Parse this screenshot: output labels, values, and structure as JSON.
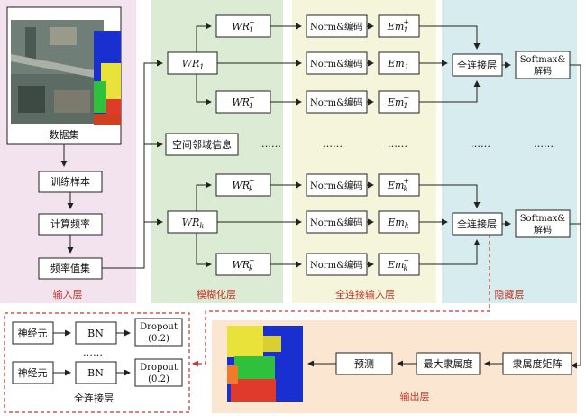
{
  "regions": {
    "input": "输入层",
    "fuzzy": "模糊化层",
    "fc_input": "全连接输入层",
    "hidden": "隐藏层",
    "output": "输出层",
    "fc_detail": "全连接层"
  },
  "input_layer": {
    "dataset": "数据集",
    "train": "训练样本",
    "freq": "计算频率",
    "freq_val": "频率值集"
  },
  "fuzzy_layer": {
    "wr": "WR",
    "sub1": "1",
    "subk": "k",
    "plus": "+",
    "minus": "−",
    "spatial": "空间邻域信息",
    "dots": "……"
  },
  "fc_input_layer": {
    "norm": "Norm&编码",
    "em": "Em",
    "dots": "……"
  },
  "hidden_layer": {
    "fc": "全连接层",
    "softmax_l1": "Softmax&",
    "softmax_l2": "解码",
    "dots": "……"
  },
  "output_layer": {
    "membership": "隶属度矩阵",
    "max_membership": "最大隶属度",
    "predict": "预测"
  },
  "fc_detail": {
    "neuron": "神经元",
    "bn": "BN",
    "dropout_l1": "Dropout",
    "dropout_l2": "(0.2)",
    "dots": "……"
  },
  "colors": {
    "input_bg": "#f3e3ee",
    "fuzzy_bg": "#dcebd3",
    "fcin_bg": "#f5f5dc",
    "hidden_bg": "#d6ecee",
    "output_bg": "#fbe6d2",
    "red": "#c0392b"
  }
}
